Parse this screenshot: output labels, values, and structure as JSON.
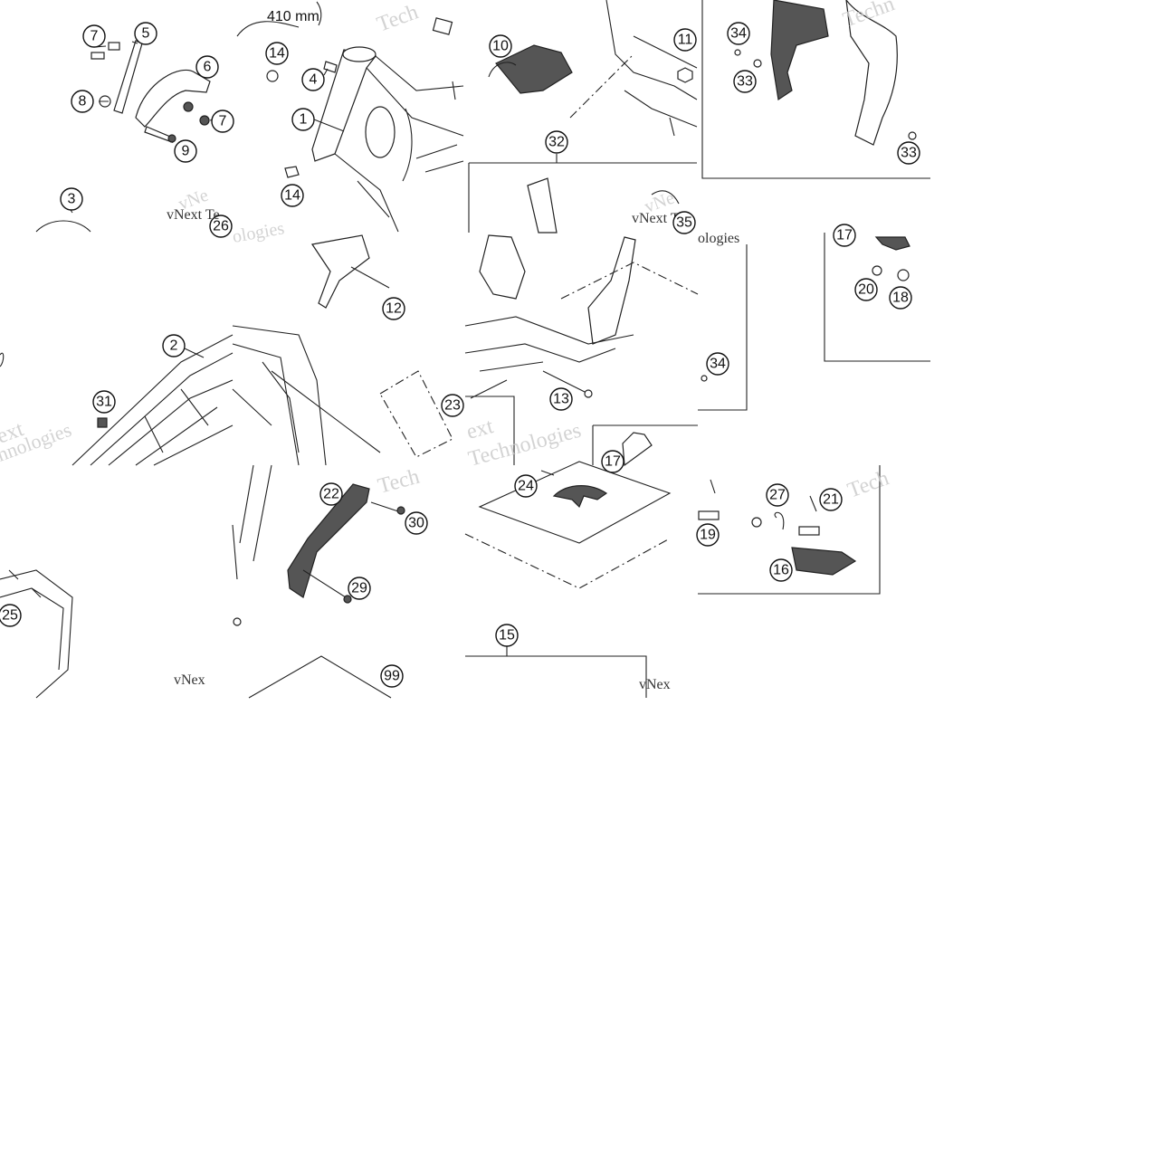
{
  "measurement_label": "410 mm",
  "watermark": {
    "brand": "vNext",
    "brand_word": "Technologies",
    "fragments": [
      "vNext",
      "Techno",
      "Techn",
      "Tech",
      "vNe",
      "vNext Te",
      "chnologies",
      "ologies",
      "ext",
      "hnologies",
      "Technologies",
      "vNex",
      "vNext"
    ]
  },
  "tiles": [
    {
      "id": "r0c0",
      "callouts": [
        "7",
        "5",
        "6",
        "8",
        "9",
        "7",
        "3",
        "26"
      ]
    },
    {
      "id": "r0c1",
      "callouts": [
        "14",
        "4",
        "1",
        "14"
      ]
    },
    {
      "id": "r0c2",
      "callouts": [
        "10",
        "11",
        "32"
      ]
    },
    {
      "id": "r0c3",
      "callouts": [
        "34",
        "33",
        "33"
      ]
    },
    {
      "id": "r1c0",
      "callouts": [
        "2",
        "31"
      ]
    },
    {
      "id": "r1c1",
      "callouts": [
        "12",
        "23"
      ]
    },
    {
      "id": "r1c2",
      "callouts": [
        "13"
      ]
    },
    {
      "id": "r1c3",
      "callouts": [
        "34",
        "35"
      ]
    },
    {
      "id": "r1c4",
      "callouts": [
        "17",
        "20",
        "18"
      ]
    },
    {
      "id": "r2c0",
      "callouts": [
        "25"
      ]
    },
    {
      "id": "r2c1",
      "callouts": [
        "22",
        "30",
        "29"
      ]
    },
    {
      "id": "r2c2",
      "callouts": [
        "24",
        "17"
      ]
    },
    {
      "id": "r2c3",
      "callouts": [
        "27",
        "21",
        "19",
        "16"
      ]
    },
    {
      "id": "r3c1",
      "callouts": [
        "99"
      ]
    },
    {
      "id": "r3c2",
      "callouts": [
        "15"
      ]
    }
  ]
}
